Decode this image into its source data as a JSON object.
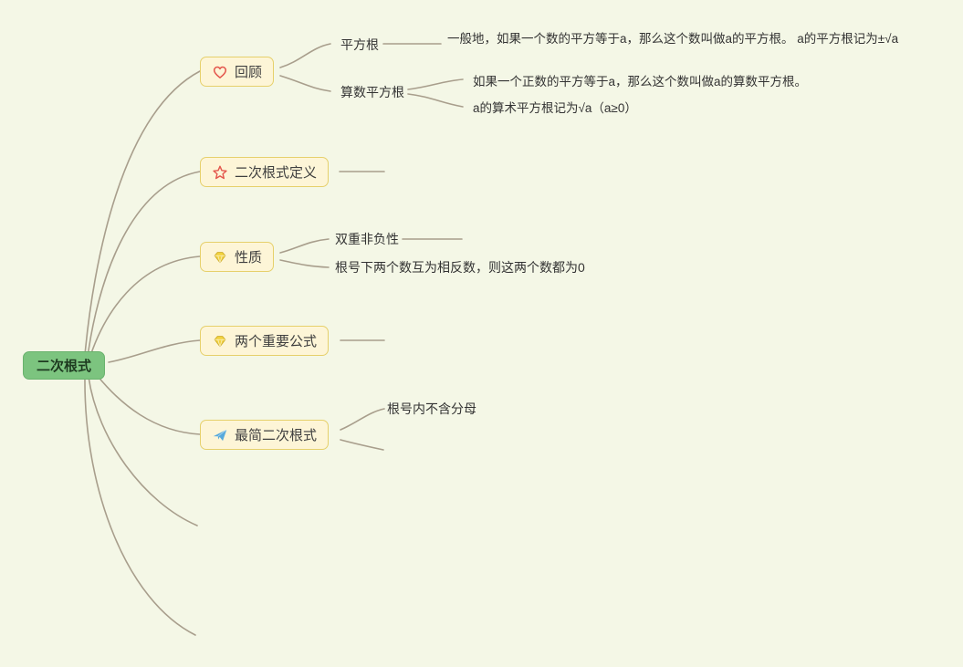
{
  "colors": {
    "bg": "#f4f7e6",
    "branch": "#a89e8c",
    "root-fill": "#7cc47f",
    "root-border": "#69b26d",
    "root-text": "#1e3a20",
    "node-fill": "#fdf5d7",
    "node-border": "#e6d06b",
    "node-text": "#3f3f3f",
    "text": "#333333",
    "heart": "#e4574d",
    "star": "#e4574d",
    "gem": "#f2d23e",
    "plane": "#58aadc"
  },
  "root": {
    "label": "二次根式"
  },
  "nodes": {
    "review": {
      "label": "回顾",
      "icon": "heart-icon"
    },
    "definition": {
      "label": "二次根式定义",
      "icon": "star-icon"
    },
    "properties": {
      "label": "性质",
      "icon": "gem-icon"
    },
    "formulas": {
      "label": "两个重要公式",
      "icon": "gem-icon"
    },
    "simplest": {
      "label": "最简二次根式",
      "icon": "paper-plane-icon"
    }
  },
  "subtopics": {
    "square_root": {
      "label": "平方根"
    },
    "arithmetic_square_root": {
      "label": "算数平方根"
    },
    "double_nonnegativity": {
      "label": "双重非负性"
    },
    "opposite_numbers_zero": {
      "label": "根号下两个数互为相反数，则这两个数都为0"
    },
    "no_denominator": {
      "label": "根号内不含分母"
    }
  },
  "details": {
    "square_root_def": {
      "label": "一般地，如果一个数的平方等于a，那么这个数叫做a的平方根。 a的平方根记为±√a"
    },
    "arith_def": {
      "label": "如果一个正数的平方等于a，那么这个数叫做a的算数平方根。"
    },
    "arith_notation": {
      "label": "a的算术平方根记为√a（a≥0）"
    }
  }
}
